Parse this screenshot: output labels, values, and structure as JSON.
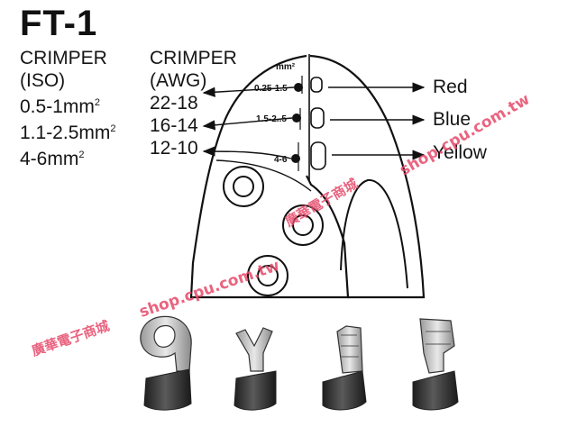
{
  "title": "FT-1",
  "iso": {
    "header": "CRIMPER",
    "sub": "(ISO)",
    "ranges": [
      {
        "text": "0.5-1mm",
        "sup": "2"
      },
      {
        "text": "1.1-2.5mm",
        "sup": "2"
      },
      {
        "text": "4-6mm",
        "sup": "2"
      }
    ]
  },
  "awg": {
    "header": "CRIMPER",
    "sub": "(AWG)",
    "ranges": [
      "22-18",
      "16-14",
      "12-10"
    ]
  },
  "die": {
    "unit": "mm²",
    "sizes": [
      "0.25-1.5",
      "1.5-2..5",
      "4-6"
    ]
  },
  "colors": [
    "Red",
    "Blue",
    "Yellow"
  ],
  "watermark": {
    "url": "shop.cpu.com.tw",
    "shop_name": "廣華電子商城"
  },
  "terminals": [
    "ring-terminal",
    "spade-terminal",
    "female-disconnect-terminal",
    "flag-terminal"
  ]
}
